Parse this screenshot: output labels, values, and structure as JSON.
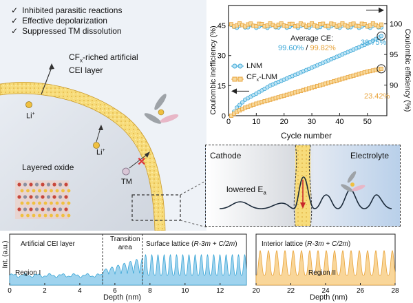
{
  "colors": {
    "blue": "#3aa6d6",
    "orange": "#e8a33a",
    "cei": "#f6d672",
    "oxide_bg": "#d9dde4",
    "blue_bg": "#cfdff0"
  },
  "benefits": [
    "Inhibited parasitic reactions",
    "Effective depolarization",
    "Suppressed TM dissolution"
  ],
  "schematic": {
    "cei_label_1": "CF",
    "cei_label_sub": "x",
    "cei_label_2": "-riched artificial",
    "cei_label_3": "CEI layer",
    "li_label": "Li",
    "li_sup": "+",
    "tm_label": "TM",
    "oxide_label": "Layered oxide"
  },
  "chart_data": {
    "type": "scatter",
    "xlabel": "Cycle number",
    "ylabel_left": "Coulombic inefficiency (%)",
    "ylabel_right": "Coulombic efficiency (%)",
    "xticks": [
      "0",
      "10",
      "20",
      "30",
      "40",
      "50"
    ],
    "yticks_left": [
      "0",
      "15",
      "30",
      "45"
    ],
    "yticks_right": [
      "90",
      "95",
      "100"
    ],
    "xlim": [
      0,
      57
    ],
    "ylim_left": [
      0,
      55
    ],
    "ylim_right": [
      85,
      103
    ],
    "series": [
      {
        "name": "LNM",
        "color": "#3aa6d6",
        "marker": "circle-plus",
        "inefficiency_end": 39.75,
        "inefficiency_curve": [
          [
            1,
            0
          ],
          [
            3,
            4
          ],
          [
            6,
            8
          ],
          [
            10,
            11
          ],
          [
            15,
            15
          ],
          [
            20,
            18
          ],
          [
            25,
            21
          ],
          [
            30,
            24
          ],
          [
            35,
            27
          ],
          [
            40,
            30
          ],
          [
            45,
            33
          ],
          [
            50,
            36
          ],
          [
            55,
            39.75
          ]
        ],
        "efficiency_level": 99.6
      },
      {
        "name": "CFx-LNM",
        "color": "#e8a33a",
        "marker": "square-plus",
        "inefficiency_end": 23.42,
        "inefficiency_curve": [
          [
            1,
            0
          ],
          [
            3,
            2
          ],
          [
            6,
            4
          ],
          [
            10,
            6
          ],
          [
            15,
            8
          ],
          [
            20,
            10
          ],
          [
            25,
            12
          ],
          [
            30,
            14
          ],
          [
            35,
            16
          ],
          [
            40,
            18
          ],
          [
            45,
            20
          ],
          [
            50,
            22
          ],
          [
            55,
            23.42
          ]
        ],
        "efficiency_level": 99.82
      }
    ],
    "legend": [
      "LNM",
      "CF",
      "x",
      "-LNM"
    ],
    "annotation": {
      "title": "Average CE:",
      "lnm_value": "99.60%",
      "separator": "/",
      "cfx_value": "99.82%",
      "lnm_end": "39.75%",
      "cfx_end": "23.42%"
    }
  },
  "interface": {
    "cathode": "Cathode",
    "electrolyte": "Electrolyte",
    "barrier_1": "lowered E",
    "barrier_sub": "a"
  },
  "lattice_left": {
    "ylabel": "Int. (a.u.)",
    "region1_title": "Artificial CEI layer",
    "transition_1": "Transition",
    "transition_2": "area",
    "surface": "Surface lattice (R-3m + C/2m)",
    "region_label": "Region I",
    "xlabel": "Depth (nm)",
    "xticks": [
      "0",
      "2",
      "4",
      "6",
      "8",
      "10",
      "12"
    ]
  },
  "lattice_right": {
    "title": "Interior lattice (R-3m + C/2m)",
    "region_label": "Region II",
    "xlabel": "Depth (nm)",
    "xticks": [
      "20",
      "22",
      "24",
      "26",
      "28"
    ]
  }
}
